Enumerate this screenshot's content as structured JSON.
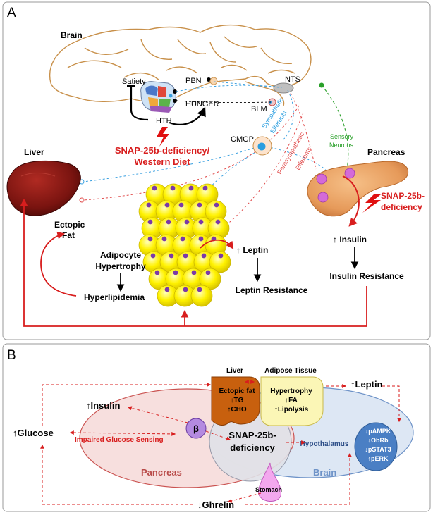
{
  "panel_a": {
    "letter": "A",
    "brain": "Brain",
    "satiety": "Satiety",
    "pbn": "PBN",
    "nts": "NTS",
    "hunger": "HUNGER",
    "hth": "HTH",
    "blm": "BLM",
    "cmgp": "CMGP",
    "sympathetic": "Sympathetic",
    "efferents1": "Efferents",
    "parasympathetic": "Parasympathetic",
    "efferents2": "Efferents",
    "sensory": "Sensory",
    "neurons": "Neurons",
    "snap_western_1": "SNAP-25b-deficiency/",
    "snap_western_2": "Western Diet",
    "liver": "Liver",
    "pancreas": "Pancreas",
    "snap_pancreas_1": "SNAP-25b-",
    "snap_pancreas_2": "deficiency",
    "ectopic_1": "Ectopic",
    "ectopic_2": "Fat",
    "adipocyte_1": "Adipocyte",
    "adipocyte_2": "Hypertrophy",
    "leptin_up": "↑ Leptin",
    "insulin_up": "↑ Insulin",
    "hyperlipidemia": "Hyperlipidemia",
    "leptin_resistance": "Leptin Resistance",
    "insulin_resistance": "Insulin Resistance"
  },
  "panel_b": {
    "letter": "B",
    "liver": "Liver",
    "adipose": "Adipose Tissue",
    "leptin": "↑Leptin",
    "ectopic_fat": "Ectopic fat",
    "tg": "↑TG",
    "cho": "↑CHO",
    "hypertrophy": "Hypertrophy",
    "fa": "↑FA",
    "lipolysis": "↑Lipolysis",
    "insulin": "↑Insulin",
    "glucose": "↑Glucose",
    "beta": "β",
    "impaired": "Impaired Glucose Sensing",
    "snap_1": "SNAP-25b-",
    "snap_2": "deficiency",
    "hypothalamus": "Hypothalamus",
    "pampk": "↓pAMPK",
    "obrb": "↓ObRb",
    "pstat3": "↓pSTAT3",
    "perk": "↑pERK",
    "pancreas": "Pancreas",
    "brain": "Brain",
    "stomach": "Stomach",
    "ghrelin": "↓Ghrelin"
  }
}
